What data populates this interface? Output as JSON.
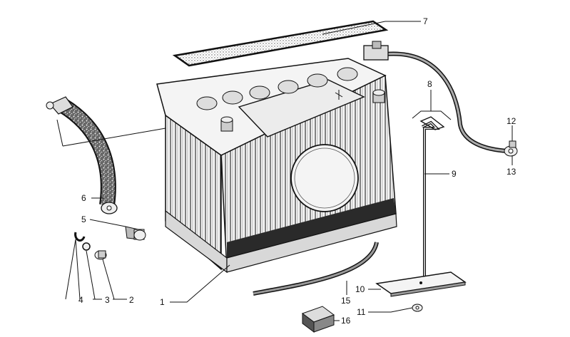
{
  "diagram": {
    "callouts": [
      {
        "id": "1",
        "text": "1"
      },
      {
        "id": "2",
        "text": "2"
      },
      {
        "id": "3",
        "text": "3"
      },
      {
        "id": "4",
        "text": "4"
      },
      {
        "id": "5",
        "text": "5"
      },
      {
        "id": "6",
        "text": "6"
      },
      {
        "id": "7",
        "text": "7"
      },
      {
        "id": "8",
        "text": "8"
      },
      {
        "id": "9",
        "text": "9"
      },
      {
        "id": "10",
        "text": "10"
      },
      {
        "id": "11",
        "text": "11"
      },
      {
        "id": "12",
        "text": "12"
      },
      {
        "id": "13",
        "text": "13"
      },
      {
        "id": "15",
        "text": "15"
      },
      {
        "id": "16",
        "text": "16"
      }
    ]
  }
}
